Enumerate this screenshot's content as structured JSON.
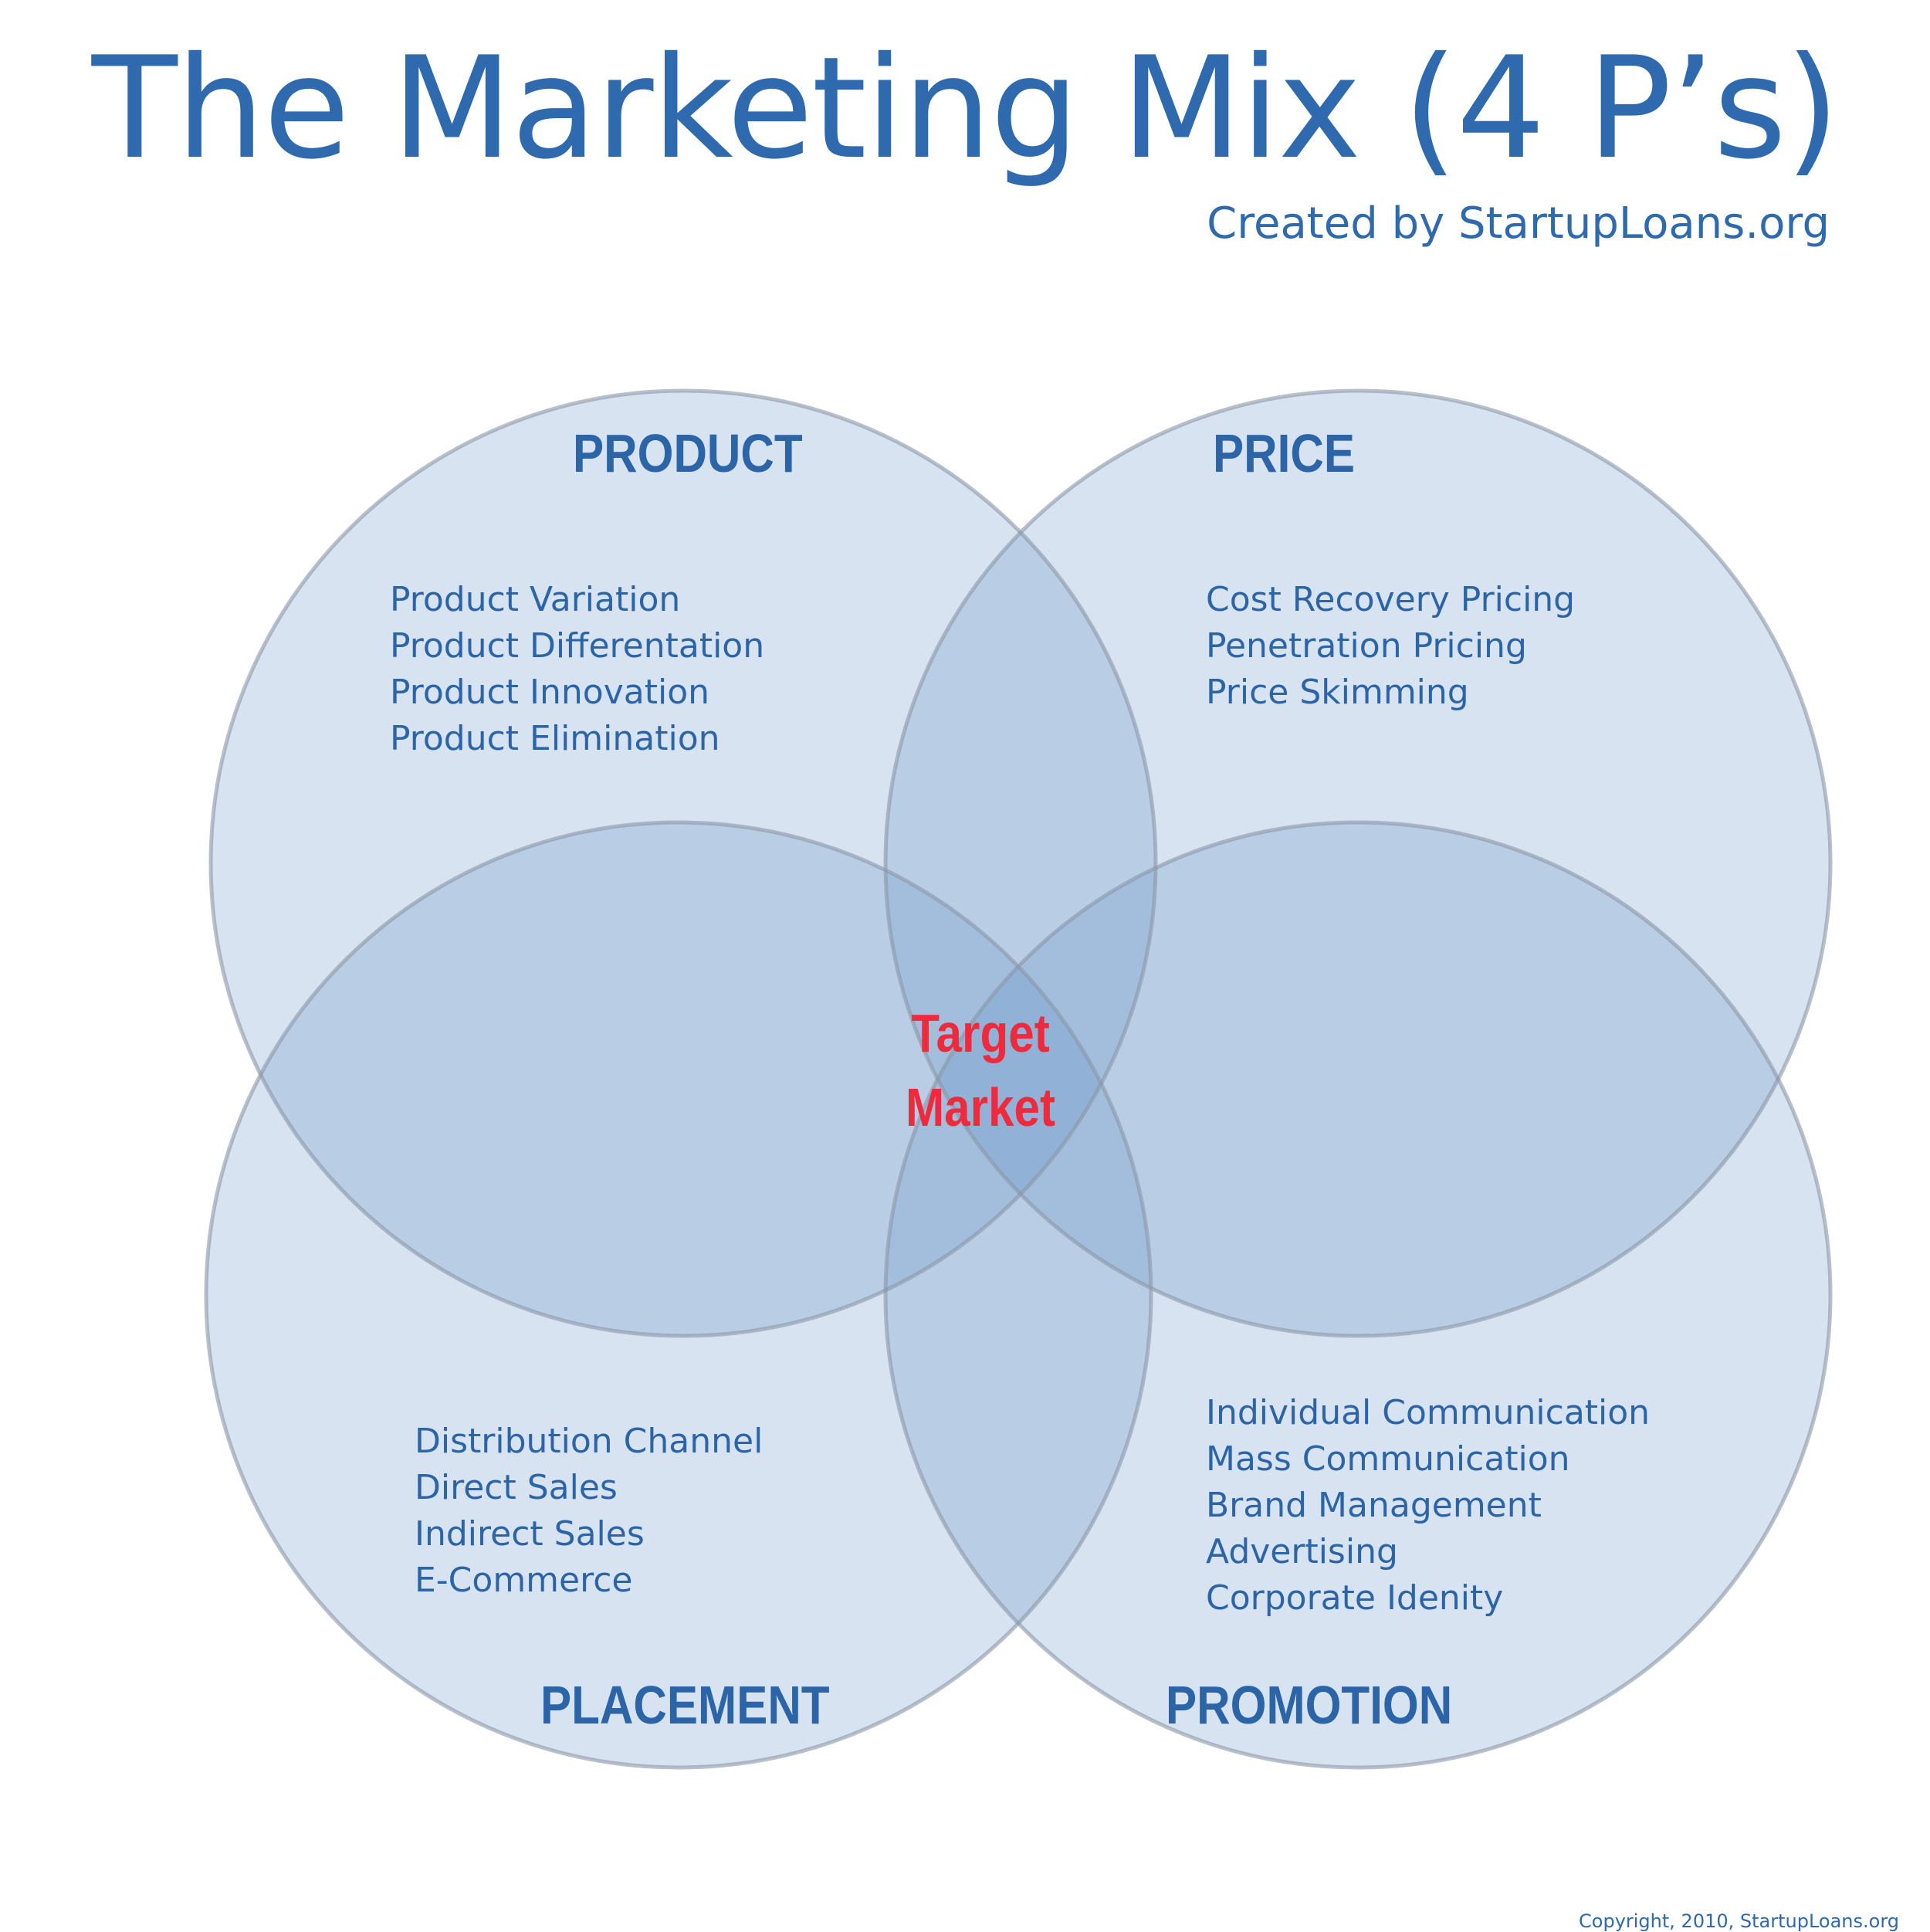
{
  "title": "The Marketing Mix (4 P’s)",
  "subtitle": "Created by StartupLoans.org",
  "center_label": {
    "line1": "Target",
    "line2": "Market"
  },
  "product": {
    "heading": "PRODUCT",
    "items": [
      "Product Variation",
      "Product Differentation",
      "Product Innovation",
      "Product Elimination"
    ]
  },
  "price": {
    "heading": "PRICE",
    "items": [
      "Cost Recovery Pricing",
      "Penetration Pricing",
      "Price Skimming"
    ]
  },
  "placement": {
    "heading": "PLACEMENT",
    "items": [
      "Distribution Channel",
      "Direct Sales",
      "Indirect Sales",
      "E-Commerce"
    ]
  },
  "promotion": {
    "heading": "PROMOTION",
    "items": [
      "Individual Communication",
      "Mass Communication",
      "Brand Management",
      "Advertising",
      "Corporate Idenity"
    ]
  },
  "copyright": "Copyright, 2010, StartupLoans.org",
  "colors": {
    "title": "#2f69ae",
    "heading": "#2c64a8",
    "center_text": "#ee2a3c",
    "circle_fill": "#5f8fc3",
    "circle_stroke": "#8a96a6"
  }
}
